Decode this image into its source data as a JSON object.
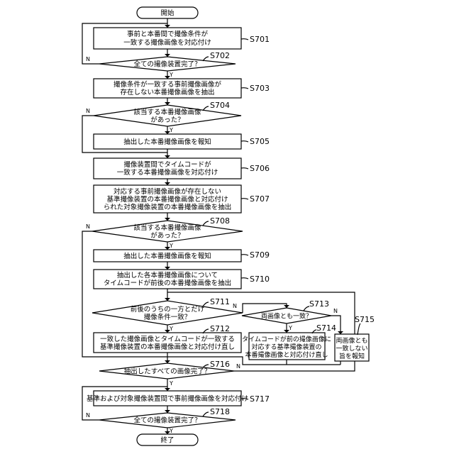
{
  "terminals": {
    "start": "開始",
    "end": "終了"
  },
  "steps": {
    "s701": {
      "label": "S701",
      "lines": [
        "事前と本番間で撮像条件が",
        "一致する撮像画像を対応付け"
      ]
    },
    "s702": {
      "label": "S702",
      "lines": [
        "全ての撮像装置完了？"
      ]
    },
    "s703": {
      "label": "S703",
      "lines": [
        "撮像条件が一致する事前撮像画像が",
        "存在しない本番撮像画像を抽出"
      ]
    },
    "s704": {
      "label": "S704",
      "lines": [
        "該当する本番撮像画像",
        "があった？"
      ]
    },
    "s705": {
      "label": "S705",
      "lines": [
        "抽出した本番撮像画像を報知"
      ]
    },
    "s706": {
      "label": "S706",
      "lines": [
        "撮像装置間でタイムコードが",
        "一致する本番撮像画像を対応付け"
      ]
    },
    "s707": {
      "label": "S707",
      "lines": [
        "対応する事前撮像画像が存在しない",
        "基準撮像装置の本番撮像画像と対応付け",
        "られた対象撮像装置の本番撮像画像を抽出"
      ]
    },
    "s708": {
      "label": "S708",
      "lines": [
        "該当する本番撮像画像",
        "があった？"
      ]
    },
    "s709": {
      "label": "S709",
      "lines": [
        "抽出した本番撮像画像を報知"
      ]
    },
    "s710": {
      "label": "S710",
      "lines": [
        "抽出した各本番撮像画像について",
        "タイムコードが前後の本番撮像画像を抽出"
      ]
    },
    "s711": {
      "label": "S711",
      "lines": [
        "前後のうちの一方とだけ",
        "撮像条件一致？"
      ]
    },
    "s712": {
      "label": "S712",
      "lines": [
        "一致した撮像画像とタイムコードが一致する",
        "基準撮像装置の本番撮像画像と対応付け直し"
      ]
    },
    "s713": {
      "label": "S713",
      "lines": [
        "両画像とも一致？"
      ]
    },
    "s714": {
      "label": "S714",
      "lines": [
        "タイムコードが前の撮像画像に",
        "対応する基準撮像装置の",
        "本番撮像画像と対応付け直し"
      ]
    },
    "s715": {
      "label": "S715",
      "lines": [
        "両画像とも",
        "一致しない",
        "旨を報知"
      ]
    },
    "s716": {
      "label": "S716",
      "lines": [
        "抽出したすべての画像完了？"
      ]
    },
    "s717": {
      "label": "S717",
      "lines": [
        "基準および対象撮像装置間で事前撮像画像を対応付け"
      ]
    },
    "s718": {
      "label": "S718",
      "lines": [
        "全ての撮像装置完了？"
      ]
    }
  },
  "branches": {
    "yes": "Y",
    "no": "N"
  }
}
